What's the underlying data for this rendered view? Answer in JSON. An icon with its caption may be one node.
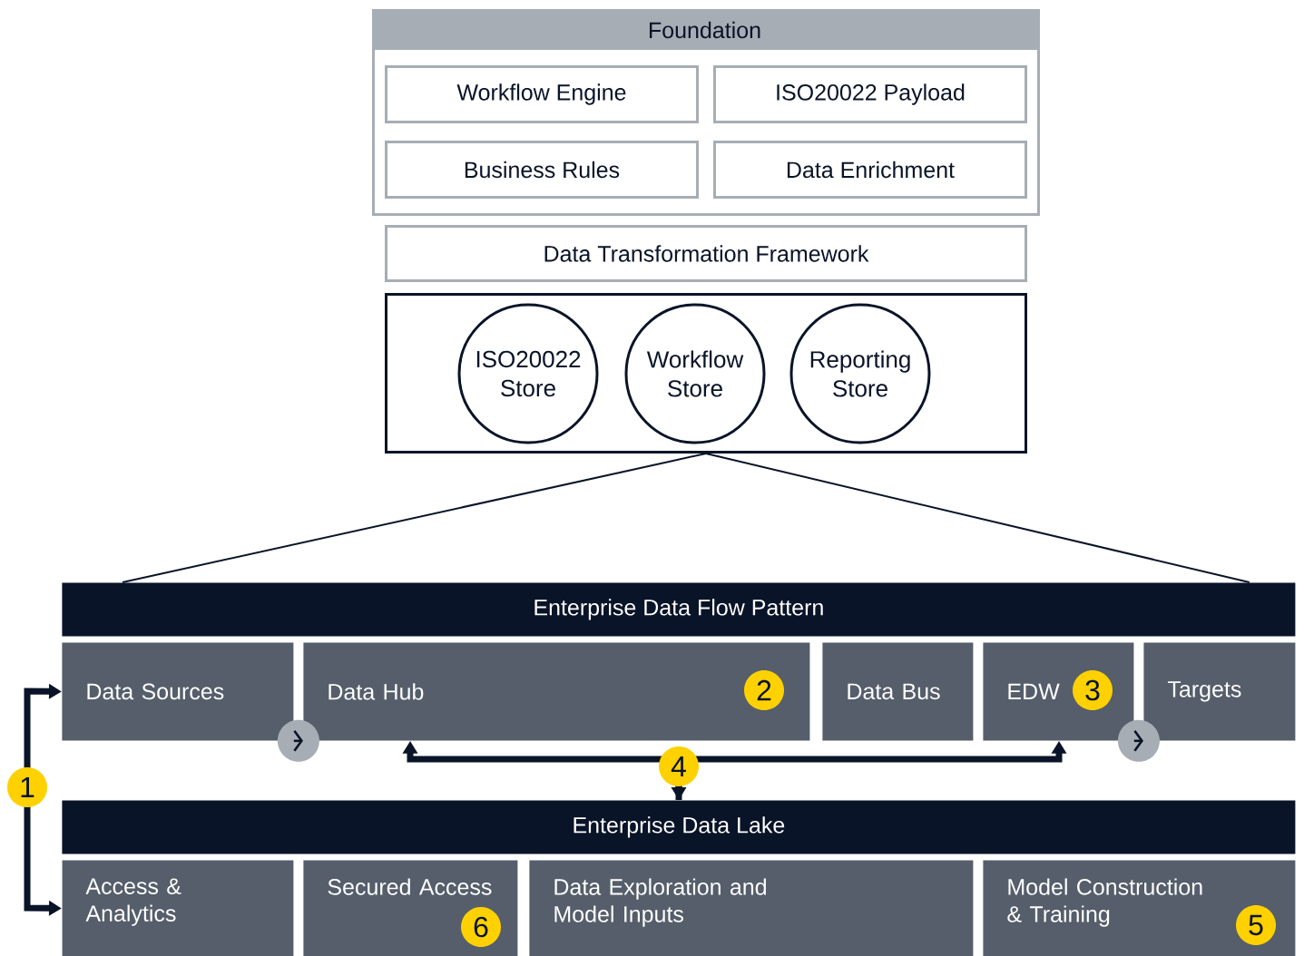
{
  "diagram": {
    "nodes": [
      {
        "text": [
          "Foundation"
        ]
      },
      {
        "text": [
          "Workflow Engine"
        ],
        "in": 0
      },
      {
        "text": [
          "ISO20022 Payload"
        ],
        "in": 0
      },
      {
        "text": [
          "Business Rules"
        ],
        "in": 0
      },
      {
        "text": [
          "Data Enrichment"
        ],
        "in": 0
      },
      {
        "text": [
          "Data Transformation Framework"
        ]
      },
      {
        "text": [],
        "shape": "box"
      },
      {
        "text": [
          "ISO20022 Store"
        ],
        "in": 6
      },
      {
        "text": [
          "Workflow Store"
        ],
        "in": 6
      },
      {
        "text": [
          "Reporting Store"
        ],
        "in": 6
      },
      {
        "text": [
          "Enterprise Data Flow Pattern"
        ]
      },
      {
        "text": [
          "Data Sources"
        ]
      },
      {
        "text": [
          "Data Hub"
        ]
      },
      {
        "text": [
          "Data Bus"
        ]
      },
      {
        "text": [
          "EDW"
        ]
      },
      {
        "text": [
          "Targets"
        ]
      },
      {
        "text": [
          "Enterprise Data Lake"
        ]
      },
      {
        "text": [
          "Access & Analytics"
        ]
      },
      {
        "text": [
          "Secured Access"
        ]
      },
      {
        "text": [
          "Data Exploration and Model Inputs"
        ]
      },
      {
        "text": [
          "Model Construction & Training"
        ]
      }
    ],
    "edges": [
      {
        "from": 6,
        "to": 10,
        "arrow": "none"
      },
      {
        "from": 6,
        "to": 10,
        "arrow": "none"
      },
      {
        "from": 11,
        "to": 12,
        "arrow": "to"
      },
      {
        "from": 14,
        "to": 15,
        "arrow": "to"
      },
      {
        "from": 11,
        "to": 17,
        "arrow": "both",
        "label": "1",
        "style": "thick"
      },
      {
        "from": 16,
        "to": 12,
        "arrow": "both",
        "label": "4",
        "style": "thick"
      },
      {
        "from": 16,
        "to": 14,
        "arrow": "to",
        "style": "thick"
      }
    ],
    "labels": [
      "2",
      "3",
      "6",
      "5"
    ]
  }
}
